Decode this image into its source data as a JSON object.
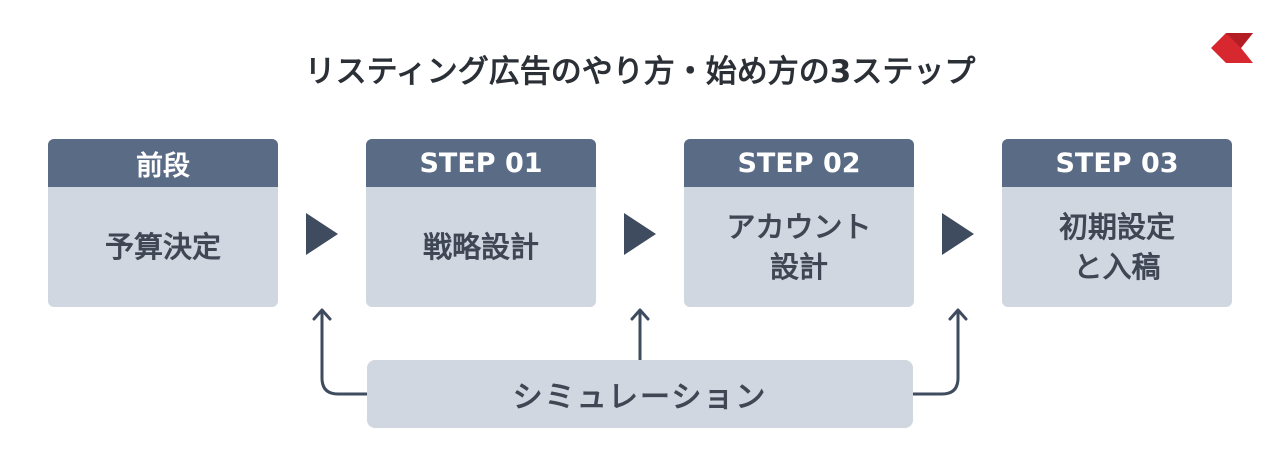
{
  "title": "リスティング広告のやり方・始め方の3ステップ",
  "colors": {
    "header": "#5a6b85",
    "card": "#d1d7e0",
    "arrow": "#3f4b5e",
    "logo": "#d7282f"
  },
  "logo_icon": "red-chevron-logo",
  "steps": [
    {
      "label": "前段",
      "content": "予算決定"
    },
    {
      "label": "STEP 01",
      "content": "戦略設計"
    },
    {
      "label": "STEP 02",
      "content": "アカウント\n設計"
    },
    {
      "label": "STEP 03",
      "content": "初期設定\nと入稿"
    }
  ],
  "simulation": {
    "label": "シミュレーション"
  }
}
